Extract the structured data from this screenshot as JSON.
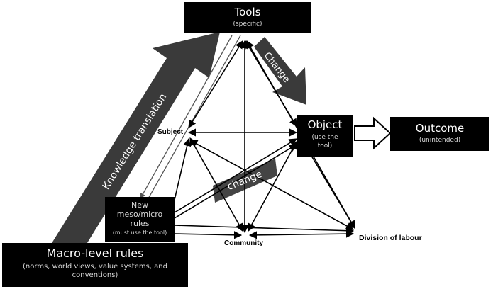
{
  "nodes": {
    "tools": {
      "title": "Tools",
      "subtitle": "(specific)"
    },
    "object": {
      "title": "Object",
      "subtitle_line1": "(use the",
      "subtitle_line2": "tool)"
    },
    "outcome": {
      "title": "Outcome",
      "subtitle": "(unintended)"
    },
    "new_rules": {
      "line1": "New",
      "line2": "meso/micro",
      "line3": "rules",
      "note": "(must use the tool)"
    },
    "macro_rules": {
      "title": "Macro-level rules",
      "subtitle_line1": "(norms, world views, value systems, and",
      "subtitle_line2": "conventions)"
    },
    "subject": {
      "label": "Subject"
    },
    "community": {
      "label": "Community"
    },
    "division": {
      "label": "Division of labour"
    }
  },
  "bands": {
    "knowledge_translation": "Knowledge translation",
    "change_upper": "Change",
    "change_lower": "change"
  },
  "colors": {
    "box": "#000000",
    "band": "#3a3a3a",
    "band_light": "#555555",
    "text_light": "#d8d8d8"
  }
}
